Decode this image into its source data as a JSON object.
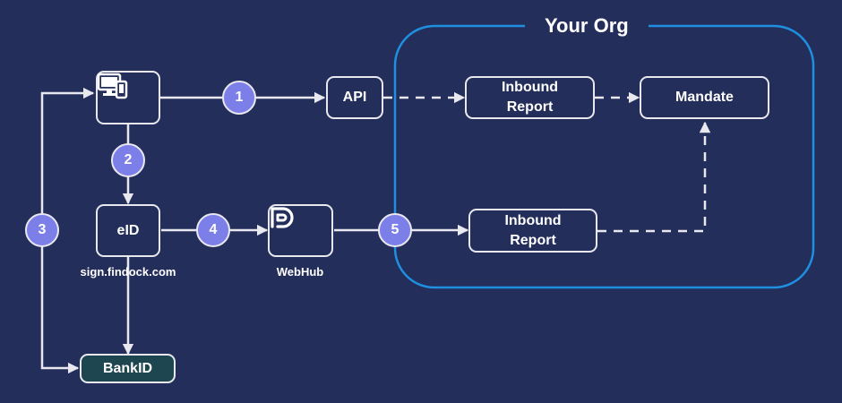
{
  "org": {
    "title": "Your Org"
  },
  "nodes": {
    "api": "API",
    "inbound_top_line1": "Inbound",
    "inbound_top_line2": "Report",
    "mandate": "Mandate",
    "eid": "eID",
    "eid_caption": "sign.findock.com",
    "webhub_caption": "WebHub",
    "inbound_bottom_line1": "Inbound",
    "inbound_bottom_line2": "Report",
    "bankid": "BankID"
  },
  "steps": {
    "s1": "1",
    "s2": "2",
    "s3": "3",
    "s4": "4",
    "s5": "5"
  },
  "icons": {
    "device": "monitor-and-phone-icon",
    "webhub": "findock-logo-icon"
  },
  "colors": {
    "background": "#232e5b",
    "line": "#e8e8ee",
    "org_border": "#1f8fe0",
    "step_fill": "#7c7fe8",
    "bankid_fill": "#1e4650"
  }
}
